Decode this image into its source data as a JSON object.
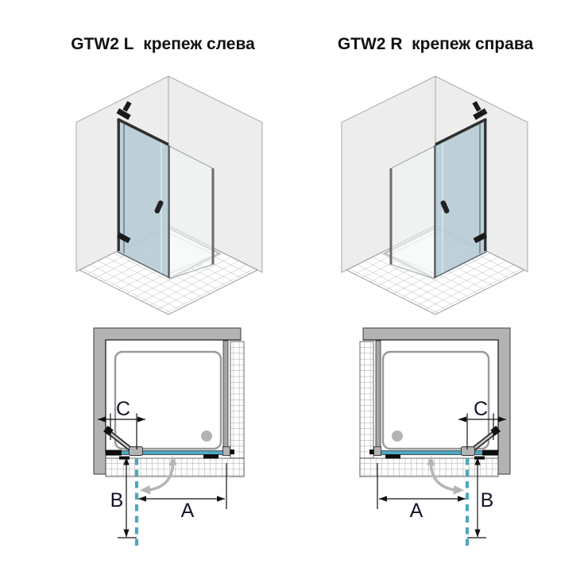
{
  "page": {
    "background": "#ffffff"
  },
  "diagrams": [
    {
      "id": "left",
      "title": "GTW2 L  крепеж слева"
    },
    {
      "id": "right",
      "title": "GTW2 R  крепеж справа"
    }
  ],
  "dimension_labels": {
    "a": "A",
    "b": "B",
    "c": "C"
  },
  "icons": {
    "door_swing_arrow": "curved-double-arrow",
    "open_door_position": "teal-dashed-line"
  },
  "colors": {
    "glass_profile_teal": "#4BA8C2",
    "open_position_dashed": "#4BA8C2",
    "wall_section_gray": "#B3B3B3",
    "iso_wall_light": "#EDEDED",
    "iso_glass_blue": "#B9CCD6",
    "swing_arrow_gray": "#B5B5B5",
    "dimension_line": "#111111",
    "label_text": "#15152A",
    "title_text": "#111111",
    "tile_grid_line": "#8C8C8C",
    "tray_border": "#999999"
  }
}
